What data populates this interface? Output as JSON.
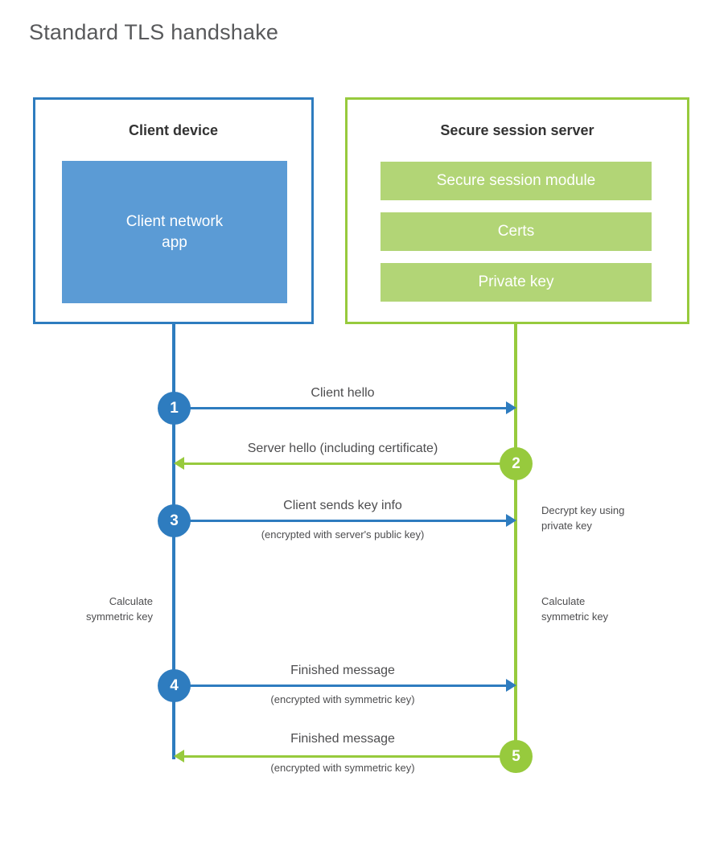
{
  "title": "Standard TLS handshake",
  "parties": {
    "client": {
      "title": "Client device",
      "app_label": "Client network\napp"
    },
    "server": {
      "title": "Secure session server",
      "components": [
        {
          "label": "Secure session module"
        },
        {
          "label": "Certs"
        },
        {
          "label": "Private key"
        }
      ]
    }
  },
  "steps": [
    {
      "number": "1",
      "label": "Client hello",
      "sublabel": "",
      "direction": "client-to-server",
      "color": "#2e7cbf"
    },
    {
      "number": "2",
      "label": "Server hello (including certificate)",
      "sublabel": "",
      "direction": "server-to-client",
      "color": "#97ca3d"
    },
    {
      "number": "3",
      "label": "Client sends key info",
      "sublabel": "(encrypted with server's public key)",
      "direction": "client-to-server",
      "color": "#2e7cbf"
    },
    {
      "number": "4",
      "label": "Finished message",
      "sublabel": "(encrypted with symmetric key)",
      "direction": "client-to-server",
      "color": "#2e7cbf"
    },
    {
      "number": "5",
      "label": "Finished message",
      "sublabel": "(encrypted with symmetric key)",
      "direction": "server-to-client",
      "color": "#97ca3d"
    }
  ],
  "annotations": {
    "server_decrypt": "Decrypt key using\nprivate key",
    "client_calculate": "Calculate\nsymmetric key",
    "server_calculate": "Calculate\nsymmetric key"
  },
  "colors": {
    "client_accent": "#2e7cbf",
    "server_accent": "#97ca3d",
    "client_app_fill": "#5b9bd5",
    "server_bar_fill": "#b2d576",
    "title_text": "#58595b",
    "body_text": "#4d4d4f"
  }
}
